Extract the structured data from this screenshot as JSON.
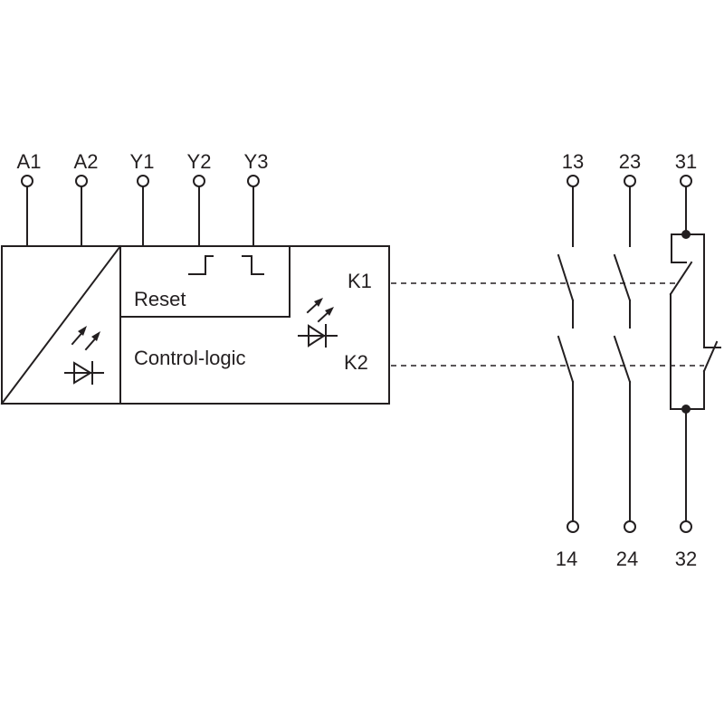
{
  "terminals": {
    "a1": "A1",
    "a2": "A2",
    "y1": "Y1",
    "y2": "Y2",
    "y3": "Y3",
    "t13": "13",
    "t23": "23",
    "t31": "31",
    "t14": "14",
    "t24": "24",
    "t32": "32"
  },
  "blocks": {
    "reset": "Reset",
    "control_logic": "Control-logic",
    "k1": "K1",
    "k2": "K2"
  },
  "colors": {
    "ink": "#231f20",
    "background": "#ffffff"
  },
  "icons": [
    "photodiode-icon",
    "led-icon",
    "pulse-icon"
  ]
}
